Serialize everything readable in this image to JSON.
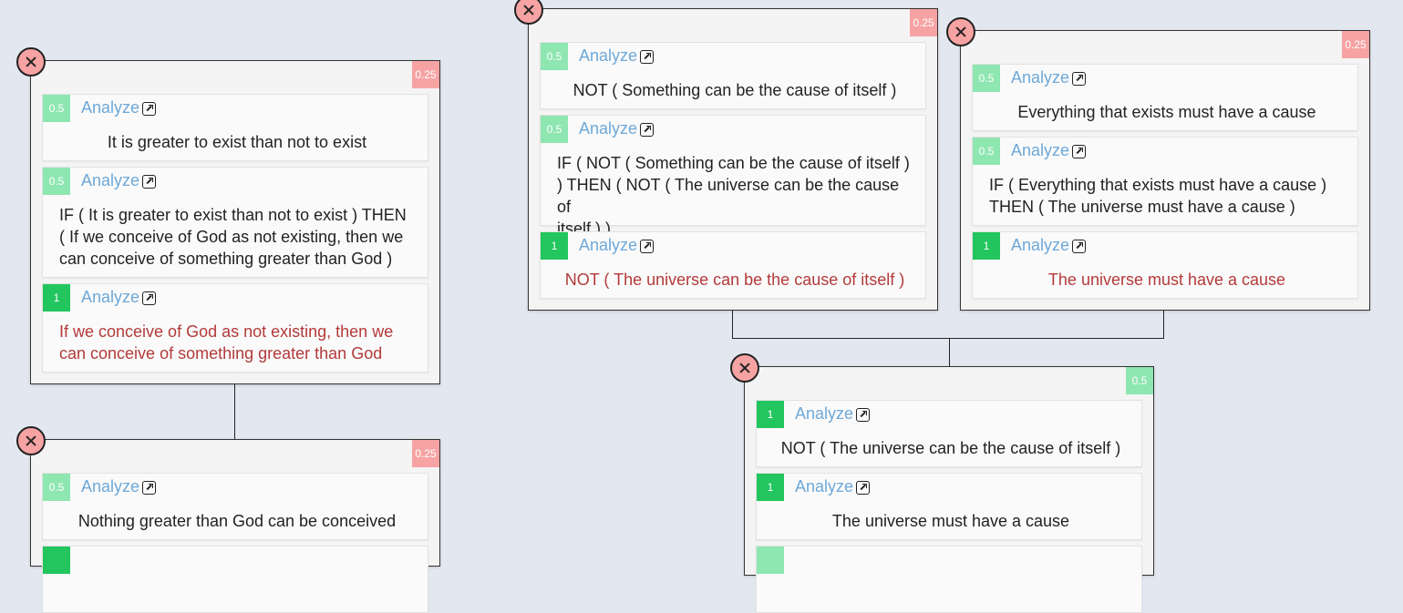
{
  "analyze_label": "Analyze",
  "colors": {
    "background": "#e3e8f0",
    "score_red": "#f7a3a3",
    "score_green": "#8ee6b0",
    "badge_dark_green": "#22c55e",
    "link_blue": "#6ea8d8",
    "conclusion_red": "#b33a3a"
  },
  "cards": [
    {
      "score": "0.25",
      "statements": [
        {
          "weight": "0.5",
          "text": "It is greater to exist than not to exist"
        },
        {
          "weight": "0.5",
          "text": "IF ( It is greater to exist than not to exist ) THEN\n( If we conceive of God as not existing, then we\ncan conceive of something greater than God )"
        },
        {
          "weight": "1",
          "text": "If we conceive of God as not existing, then we\ncan conceive of something greater than God"
        }
      ]
    },
    {
      "score": "0.25",
      "statements": [
        {
          "weight": "0.5",
          "text": "Nothing greater than God can be conceived"
        }
      ]
    },
    {
      "score": "0.25",
      "statements": [
        {
          "weight": "0.5",
          "text": "NOT ( Something can be the cause of itself )"
        },
        {
          "weight": "0.5",
          "text": "IF ( NOT ( Something can be the cause of itself )\n) THEN ( NOT ( The universe can be the cause of\nitself ) )"
        },
        {
          "weight": "1",
          "text": "NOT ( The universe can be the cause of itself )"
        }
      ]
    },
    {
      "score": "0.25",
      "statements": [
        {
          "weight": "0.5",
          "text": "Everything that exists must have a cause"
        },
        {
          "weight": "0.5",
          "text": "IF ( Everything that exists must have a cause )\nTHEN ( The universe must have a cause )"
        },
        {
          "weight": "1",
          "text": "The universe must have a cause"
        }
      ]
    },
    {
      "score": "0.5",
      "statements": [
        {
          "weight": "1",
          "text": "NOT ( The universe can be the cause of itself )"
        },
        {
          "weight": "1",
          "text": "The universe must have a cause"
        }
      ]
    }
  ]
}
